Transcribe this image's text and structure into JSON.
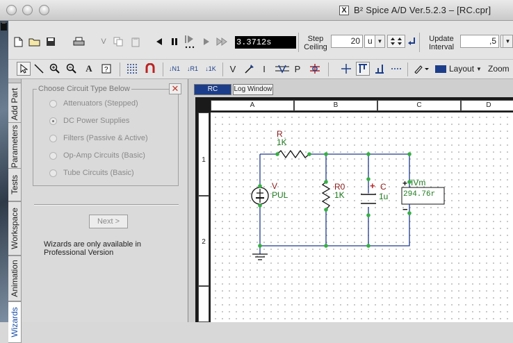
{
  "window": {
    "title": "B² Spice A/D Ver.5.2.3 – [RC.cpr]",
    "title_icon": "X"
  },
  "toolbar": {
    "time_display": "3.3712s",
    "step_ceiling_label": "Step Ceiling",
    "step_value": "20",
    "step_unit": "u",
    "update_interval_label": "Update Interval",
    "update_value": ",5",
    "layout_label": "Layout",
    "zoom_label": "Zoom"
  },
  "tools": {
    "v_label": "V",
    "i_label": "I",
    "p_label": "P",
    "n1_label": "N1",
    "r1_label": "R1",
    "k1_label": "1K",
    "text_label": "A"
  },
  "side_tabs": [
    "Add Part",
    "Parameters",
    "Tests",
    "Workspace",
    "Animation",
    "Wizards"
  ],
  "wizard": {
    "group_title": "Choose Circuit Type Below",
    "options": [
      {
        "label": "Attenuators (Stepped)",
        "selected": false
      },
      {
        "label": "DC Power Supplies",
        "selected": true
      },
      {
        "label": "Filters (Passive & Active)",
        "selected": false
      },
      {
        "label": "Op-Amp Circuits (Basic)",
        "selected": false
      },
      {
        "label": "Tube Circuits (Basic)",
        "selected": false
      }
    ],
    "next_button": "Next >",
    "note": "Wizards are only available in Professional Version"
  },
  "doc_tabs": [
    {
      "label": "RC",
      "active": true
    },
    {
      "label": "Log Window",
      "active": false
    }
  ],
  "grid": {
    "columns": [
      "A",
      "B",
      "C",
      "D"
    ],
    "rows": [
      "1",
      "2"
    ]
  },
  "schematic": {
    "resistor_r_name": "R",
    "resistor_r_value": "1K",
    "source_name": "V",
    "source_type": "PUL",
    "resistor_r0_name": "R0",
    "resistor_r0_value": "1K",
    "capacitor_name": "C",
    "capacitor_value": "1u",
    "meter_name": "IVm",
    "meter_reading": "294.76r",
    "plus_sign": "+",
    "minus_sign": "−"
  },
  "colors": {
    "wire": "#1f3a8f",
    "node": "#35b043",
    "part_label": "#1e7a1e",
    "part_name": "#8b1a1a",
    "tab_active": "#1c3e8a"
  }
}
